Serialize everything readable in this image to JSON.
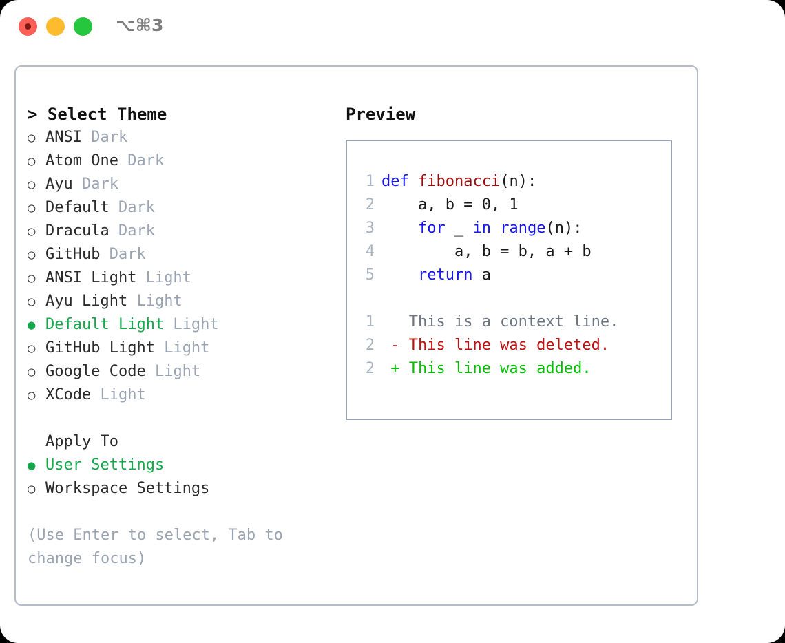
{
  "titlebar": {
    "shortcut": "⌥⌘3",
    "lights": [
      {
        "name": "close",
        "color": "#fb5f56"
      },
      {
        "name": "minimize",
        "color": "#fdbc2e"
      },
      {
        "name": "maximize",
        "color": "#25c73f"
      }
    ]
  },
  "theme_picker": {
    "heading": "> Select Theme",
    "items": [
      {
        "bullet": "○",
        "name": "ANSI",
        "tag": " Dark",
        "selected": false
      },
      {
        "bullet": "○",
        "name": "Atom One",
        "tag": " Dark",
        "selected": false
      },
      {
        "bullet": "○",
        "name": "Ayu",
        "tag": " Dark",
        "selected": false
      },
      {
        "bullet": "○",
        "name": "Default",
        "tag": " Dark",
        "selected": false
      },
      {
        "bullet": "○",
        "name": "Dracula",
        "tag": " Dark",
        "selected": false
      },
      {
        "bullet": "○",
        "name": "GitHub",
        "tag": " Dark",
        "selected": false
      },
      {
        "bullet": "○",
        "name": "ANSI Light",
        "tag": " Light",
        "selected": false
      },
      {
        "bullet": "○",
        "name": "Ayu Light",
        "tag": " Light",
        "selected": false
      },
      {
        "bullet": "●",
        "name": "Default Light",
        "tag": " Light",
        "selected": true
      },
      {
        "bullet": "○",
        "name": "GitHub Light",
        "tag": " Light",
        "selected": false
      },
      {
        "bullet": "○",
        "name": "Google Code",
        "tag": " Light",
        "selected": false
      },
      {
        "bullet": "○",
        "name": "XCode",
        "tag": " Light",
        "selected": false
      }
    ]
  },
  "apply_to": {
    "heading": "Apply To",
    "options": [
      {
        "bullet": "●",
        "label": "User Settings",
        "selected": true
      },
      {
        "bullet": "○",
        "label": "Workspace Settings",
        "selected": false
      }
    ]
  },
  "hint": "(Use Enter to select, Tab to change focus)",
  "preview": {
    "title": "Preview",
    "code_lines": [
      {
        "num": "1",
        "segments": [
          {
            "text": "def ",
            "style": "kw"
          },
          {
            "text": "fibonacci",
            "style": "fn"
          },
          {
            "text": "(n):",
            "style": "plain"
          }
        ]
      },
      {
        "num": "2",
        "segments": [
          {
            "text": "    a, b = 0, 1",
            "style": "plain"
          }
        ]
      },
      {
        "num": "3",
        "segments": [
          {
            "text": "    ",
            "style": "plain"
          },
          {
            "text": "for",
            "style": "kw"
          },
          {
            "text": " _ ",
            "style": "plain"
          },
          {
            "text": "in",
            "style": "kw"
          },
          {
            "text": " ",
            "style": "plain"
          },
          {
            "text": "range",
            "style": "kw"
          },
          {
            "text": "(n):",
            "style": "plain"
          }
        ]
      },
      {
        "num": "4",
        "segments": [
          {
            "text": "        a, b = b, a + b",
            "style": "plain"
          }
        ]
      },
      {
        "num": "5",
        "segments": [
          {
            "text": "    ",
            "style": "plain"
          },
          {
            "text": "return",
            "style": "kw"
          },
          {
            "text": " a",
            "style": "plain"
          }
        ]
      }
    ],
    "diff_lines": [
      {
        "num": "1",
        "text": "   This is a context line.",
        "kind": "diff-ctx"
      },
      {
        "num": "2",
        "text": " - This line was deleted.",
        "kind": "diff-del"
      },
      {
        "num": "2",
        "text": " + This line was added.",
        "kind": "diff-add"
      }
    ]
  }
}
